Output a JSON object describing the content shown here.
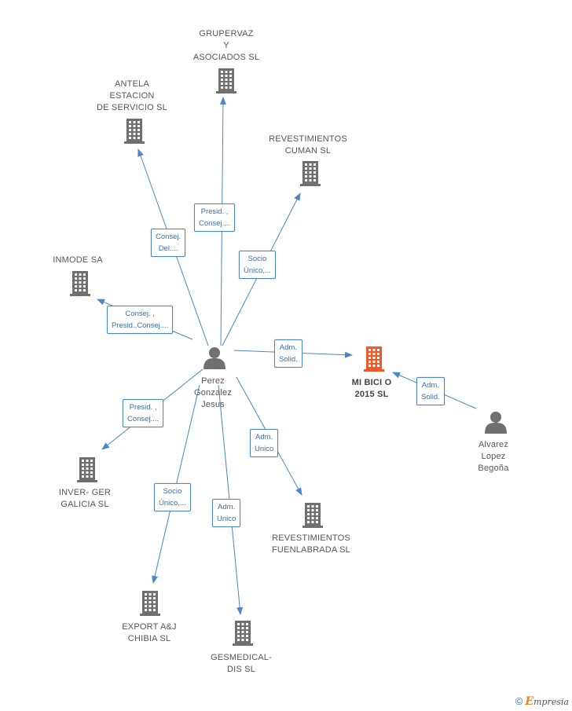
{
  "colors": {
    "edge": "#4a86c8",
    "company": "#707070",
    "focus_company": "#f05a28",
    "person": "#707070"
  },
  "nodes": [
    {
      "id": "grupervaz",
      "type": "company",
      "label": "GRUPERVAZ\nY\nASOCIADOS SL"
    },
    {
      "id": "antela",
      "type": "company",
      "label": "ANTELA\nESTACION\nDE SERVICIO SL"
    },
    {
      "id": "revestimientos_cuman",
      "type": "company",
      "label": "REVESTIMIENTOS\nCUMAN SL"
    },
    {
      "id": "inmode",
      "type": "company",
      "label": "INMODE SA"
    },
    {
      "id": "perez",
      "type": "person",
      "label": "Perez\nGonzalez\nJesus"
    },
    {
      "id": "mibicio",
      "type": "focus",
      "label": "MI BICI O\n2015  SL"
    },
    {
      "id": "alvarez",
      "type": "person",
      "label": "Alvarez\nLopez\nBegoña"
    },
    {
      "id": "inverger",
      "type": "company",
      "label": "INVER- GER\nGALICIA SL"
    },
    {
      "id": "revestimientos_fuenlabrada",
      "type": "company",
      "label": "REVESTIMIENTOS\nFUENLABRADA SL"
    },
    {
      "id": "export",
      "type": "company",
      "label": "EXPORT A&J\nCHIBIA  SL"
    },
    {
      "id": "gesmedical",
      "type": "company",
      "label": "GESMEDICAL-\nDIS SL"
    }
  ],
  "edges": [
    {
      "from": "perez",
      "to": "grupervaz",
      "label": "Presid. ,\nConsej...."
    },
    {
      "from": "perez",
      "to": "antela",
      "label": "Consej.\nDel...."
    },
    {
      "from": "perez",
      "to": "revestimientos_cuman",
      "label": "Socio\nÚnico,..."
    },
    {
      "from": "perez",
      "to": "inmode",
      "label": "Consej. ,\nPresid.,Consej...."
    },
    {
      "from": "perez",
      "to": "mibicio",
      "label": "Adm.\nSolid."
    },
    {
      "from": "alvarez",
      "to": "mibicio",
      "label": "Adm.\nSolid."
    },
    {
      "from": "perez",
      "to": "inverger",
      "label": "Presid. ,\nConsej...."
    },
    {
      "from": "perez",
      "to": "revestimientos_fuenlabrada",
      "label": "Adm.\nUnico"
    },
    {
      "from": "perez",
      "to": "export",
      "label": "Socio\nÚnico,..."
    },
    {
      "from": "perez",
      "to": "gesmedical",
      "label": "Adm.\nUnico"
    }
  ],
  "footer": {
    "copyright": "©",
    "brand_initial": "E",
    "brand_rest": "mpresia"
  }
}
